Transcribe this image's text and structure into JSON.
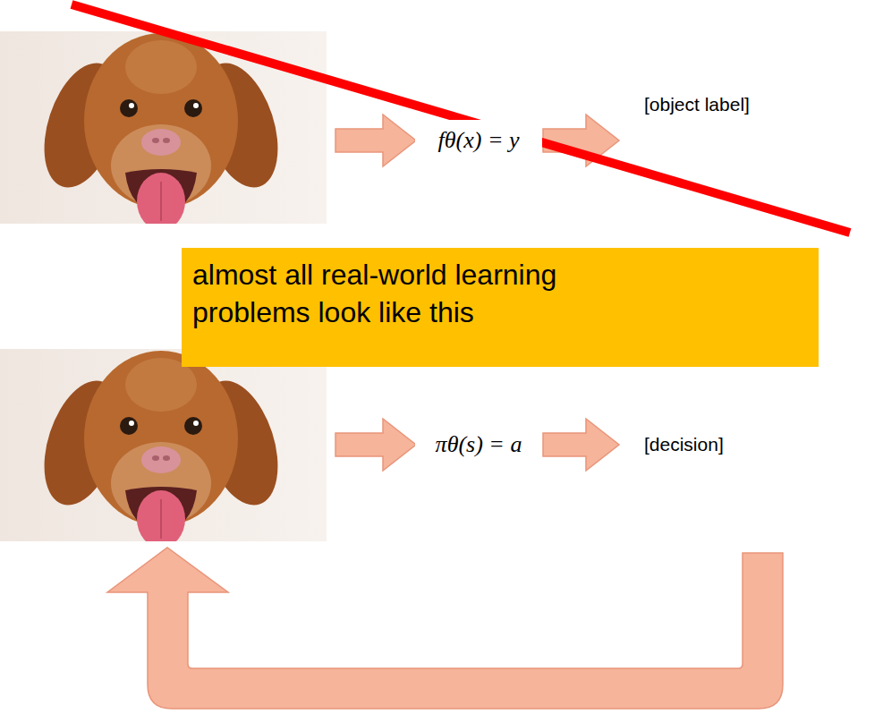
{
  "diagram": {
    "nodes": [
      {
        "text": [
          "fθ(x) = y"
        ]
      },
      {
        "text": [
          "almost all real-world learning problems look like this"
        ]
      },
      {
        "text": [
          "πθ(s) = a"
        ]
      }
    ],
    "labels": [
      "[object label]",
      "[decision]"
    ]
  }
}
